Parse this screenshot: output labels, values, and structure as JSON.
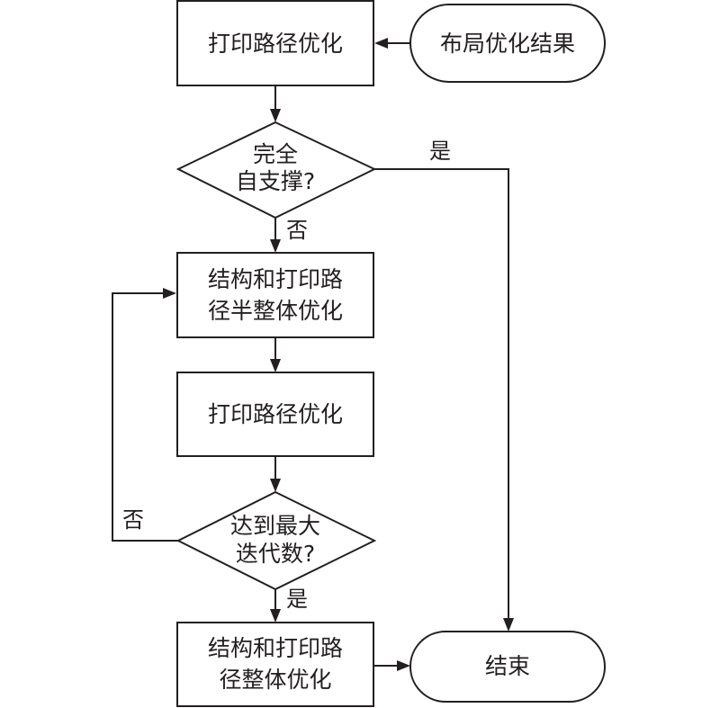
{
  "nodes": {
    "layout_result": "布局优化结果",
    "print_path_opt_1": "打印路径优化",
    "self_support_decision": {
      "line1": "完全",
      "line2": "自支撑?"
    },
    "semi_integrated_opt": {
      "line1": "结构和打印路",
      "line2": "径半整体优化"
    },
    "print_path_opt_2": "打印路径优化",
    "max_iter_decision": {
      "line1": "达到最大",
      "line2": "迭代数?"
    },
    "integrated_opt": {
      "line1": "结构和打印路",
      "line2": "径整体优化"
    },
    "end": "结束"
  },
  "edge_labels": {
    "self_support_yes": "是",
    "self_support_no": "否",
    "max_iter_no": "否",
    "max_iter_yes": "是"
  }
}
